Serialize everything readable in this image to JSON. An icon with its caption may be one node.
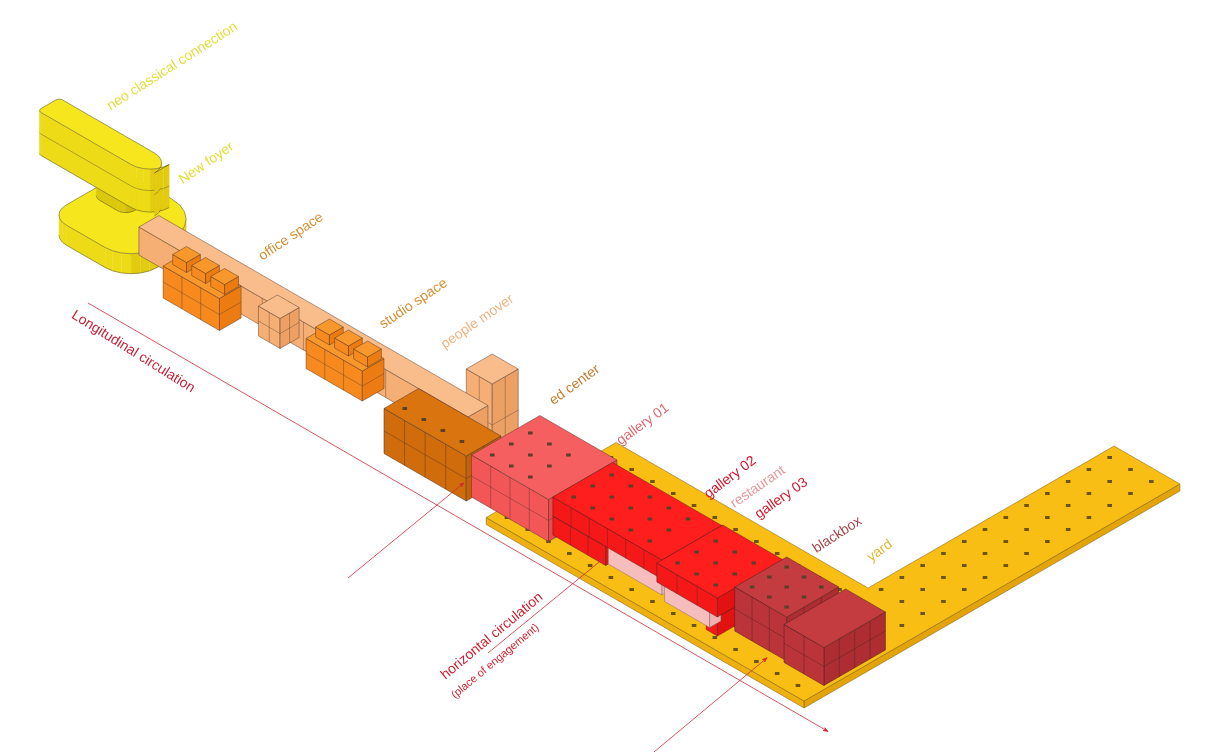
{
  "diagram": {
    "labels": [
      "neo classical connection",
      "New foyer",
      "office space",
      "studio space",
      "Longitudinal circulation",
      "people mover",
      "ed center",
      "gallery 01",
      "gallery 02",
      "restaurant",
      "gallery 03",
      "blackbox",
      "yard",
      "horizontal circulation",
      "(place of engagement)"
    ]
  }
}
